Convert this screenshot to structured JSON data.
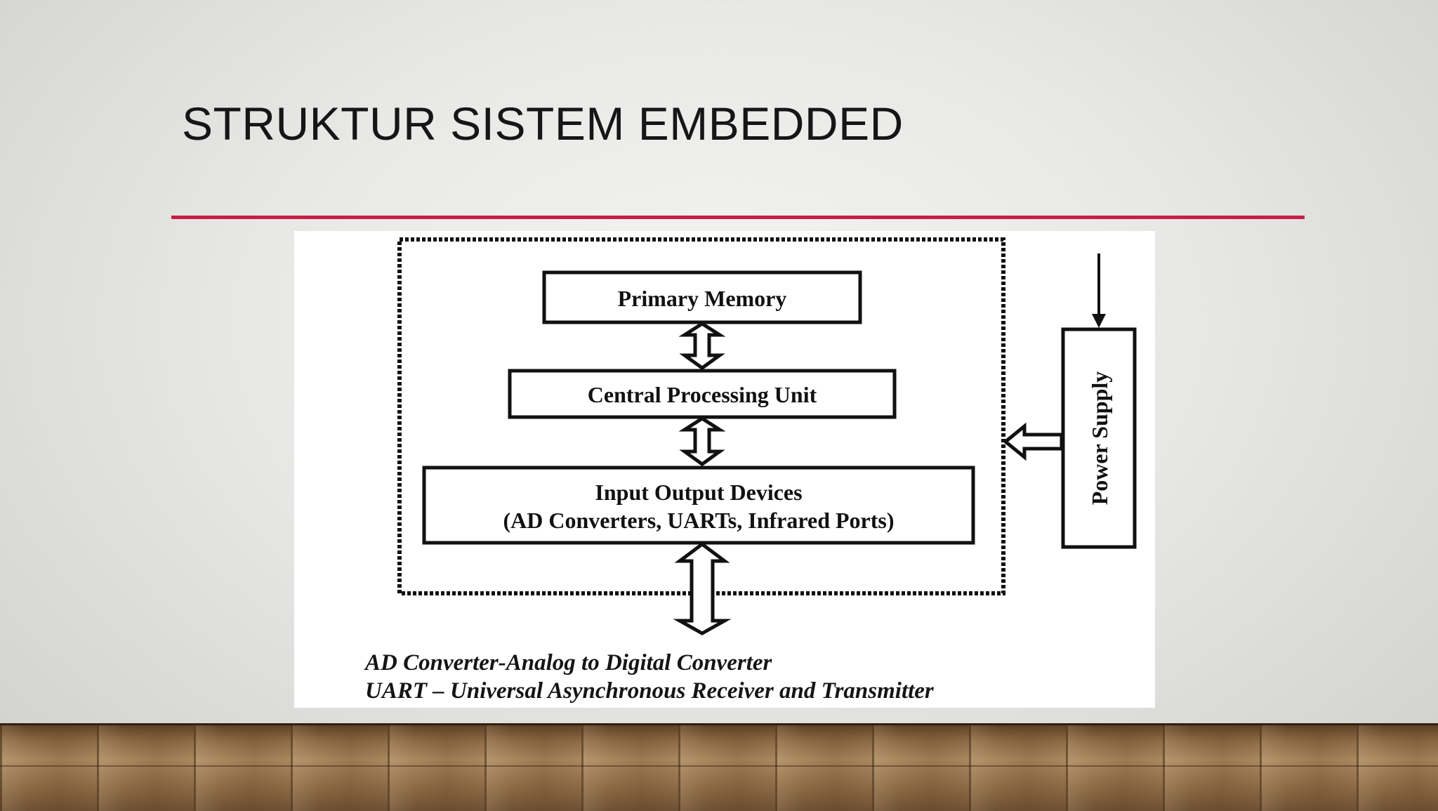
{
  "slide": {
    "title": "STRUKTUR SISTEM EMBEDDED",
    "accent_color": "#c81d46"
  },
  "diagram": {
    "primary_memory": "Primary Memory",
    "cpu": "Central Processing Unit",
    "io_devices_line1": "Input Output Devices",
    "io_devices_line2": "(AD Converters, UARTs, Infrared Ports)",
    "power_supply": "Power Supply",
    "notes": [
      "AD Converter-Analog to Digital Converter",
      "UART – Universal Asynchronous Receiver and Transmitter"
    ]
  }
}
